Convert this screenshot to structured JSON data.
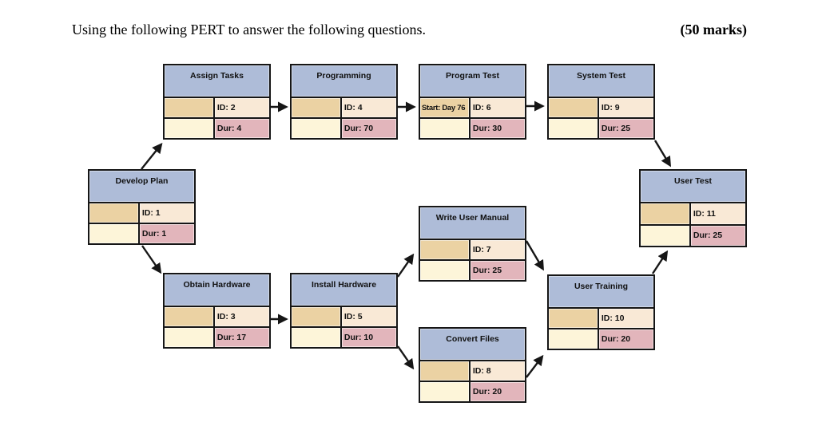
{
  "page": {
    "title": "Using the following PERT to answer the following questions.",
    "marks": "(50 marks)"
  },
  "colors": {
    "node_header_fill": "#aebcd8",
    "start_cell_fill": "#ebd2a3",
    "id_cell_fill": "#f9e9d6",
    "blank_cell_fill": "#fdf5d9",
    "dur_cell_fill": "#e2b5bb",
    "border": "#161616"
  },
  "diagram": {
    "type": "pert-chart",
    "nodes": [
      {
        "name": "Develop Plan",
        "id": "ID: 1",
        "dur": "Dur: 1"
      },
      {
        "name": "Assign Tasks",
        "id": "ID: 2",
        "dur": "Dur: 4"
      },
      {
        "name": "Programming",
        "id": "ID: 4",
        "dur": "Dur: 70"
      },
      {
        "name": "Program Test",
        "start": "Start: Day 76",
        "id": "ID: 6",
        "dur": "Dur: 30"
      },
      {
        "name": "System Test",
        "id": "ID: 9",
        "dur": "Dur: 25"
      },
      {
        "name": "Obtain Hardware",
        "id": "ID: 3",
        "dur": "Dur: 17"
      },
      {
        "name": "Install Hardware",
        "id": "ID: 5",
        "dur": "Dur: 10"
      },
      {
        "name": "Write User Manual",
        "id": "ID: 7",
        "dur": "Dur: 25"
      },
      {
        "name": "Convert Files",
        "id": "ID: 8",
        "dur": "Dur: 20"
      },
      {
        "name": "User Training",
        "id": "ID: 10",
        "dur": "Dur: 20"
      },
      {
        "name": "User Test",
        "id": "ID: 11",
        "dur": "Dur: 25"
      }
    ],
    "edges": [
      {
        "from": "Develop Plan",
        "to": "Assign Tasks"
      },
      {
        "from": "Develop Plan",
        "to": "Obtain Hardware"
      },
      {
        "from": "Assign Tasks",
        "to": "Programming"
      },
      {
        "from": "Programming",
        "to": "Program Test"
      },
      {
        "from": "Program Test",
        "to": "System Test"
      },
      {
        "from": "System Test",
        "to": "User Test"
      },
      {
        "from": "Obtain Hardware",
        "to": "Install Hardware"
      },
      {
        "from": "Install Hardware",
        "to": "Write User Manual"
      },
      {
        "from": "Install Hardware",
        "to": "Convert Files"
      },
      {
        "from": "Write User Manual",
        "to": "User Training"
      },
      {
        "from": "Convert Files",
        "to": "User Training"
      },
      {
        "from": "User Training",
        "to": "User Test"
      }
    ]
  }
}
